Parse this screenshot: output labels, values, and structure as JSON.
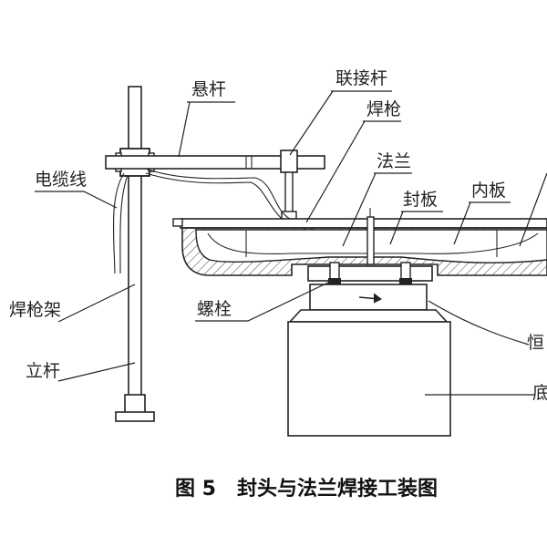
{
  "labels": {
    "suspension_rod": "悬杆",
    "connecting_rod": "联接杆",
    "welding_torch": "焊枪",
    "flange": "法兰",
    "cable": "电缆线",
    "head_plate": "封板",
    "inner_plate": "内板",
    "torch_holder": "焊枪架",
    "bolt": "螺栓",
    "upright_rod": "立杆",
    "constant_cut": "恒",
    "base_cut": "底"
  },
  "caption": "图 5   封头与法兰焊接工装图"
}
